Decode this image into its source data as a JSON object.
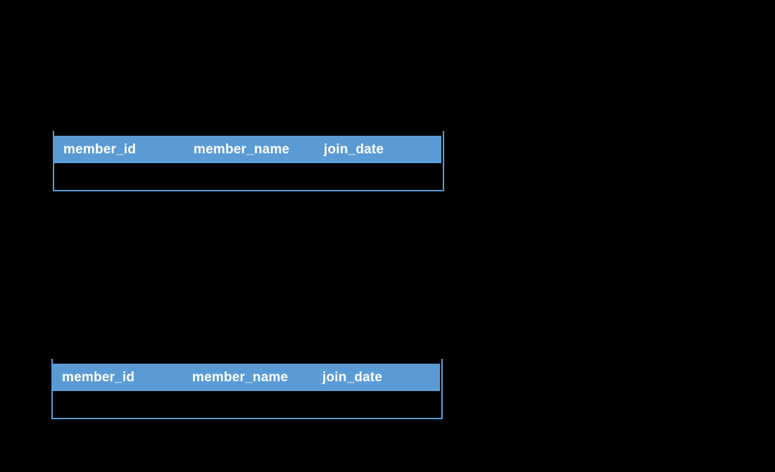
{
  "colors": {
    "background": "#000000",
    "header_fill": "#5b9bd5",
    "header_text": "#ffffff",
    "table_border": "#5b9bd5"
  },
  "table_top": {
    "columns": [
      {
        "label": "member_id"
      },
      {
        "label": "member_name"
      },
      {
        "label": "join_date"
      }
    ],
    "rows": [
      {
        "member_id": "",
        "member_name": "",
        "join_date": ""
      }
    ]
  },
  "table_bottom": {
    "columns": [
      {
        "label": "member_id"
      },
      {
        "label": "member_name"
      },
      {
        "label": "join_date"
      }
    ],
    "rows": [
      {
        "member_id": "",
        "member_name": "",
        "join_date": ""
      }
    ]
  }
}
